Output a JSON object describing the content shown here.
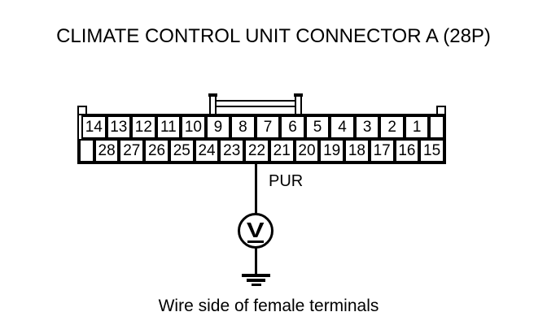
{
  "title": "CLIMATE CONTROL UNIT CONNECTOR A (28P)",
  "caption": "Wire side of female terminals",
  "connector": {
    "pins_top": [
      "14",
      "13",
      "12",
      "11",
      "10",
      "9",
      "8",
      "7",
      "6",
      "5",
      "4",
      "3",
      "2",
      "1"
    ],
    "pins_bottom": [
      "28",
      "27",
      "26",
      "25",
      "24",
      "23",
      "22",
      "21",
      "20",
      "19",
      "18",
      "17",
      "16",
      "15"
    ]
  },
  "wire": {
    "label": "PUR",
    "connected_pin": "22"
  },
  "meter": {
    "symbol": "V"
  },
  "colors": {
    "line": "#000000",
    "background": "#ffffff"
  }
}
